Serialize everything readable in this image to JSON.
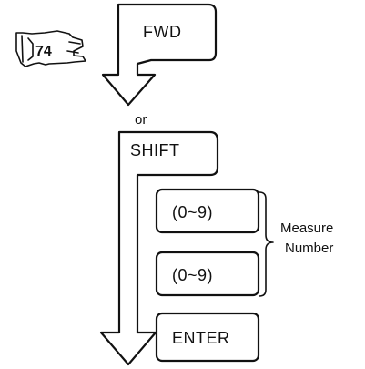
{
  "step_badge": {
    "number": "74",
    "icon": "pointing-hand-icon"
  },
  "sequence_one": {
    "key_label": "FWD"
  },
  "connector": {
    "label": "or"
  },
  "sequence_two": {
    "keys": [
      {
        "label": "SHIFT"
      },
      {
        "label": "(0~9)"
      },
      {
        "label": "(0~9)"
      },
      {
        "label": "ENTER"
      }
    ],
    "brace_label_line1": "Measure",
    "brace_label_line2": "Number"
  },
  "colors": {
    "ink": "#111111",
    "background": "#ffffff"
  }
}
